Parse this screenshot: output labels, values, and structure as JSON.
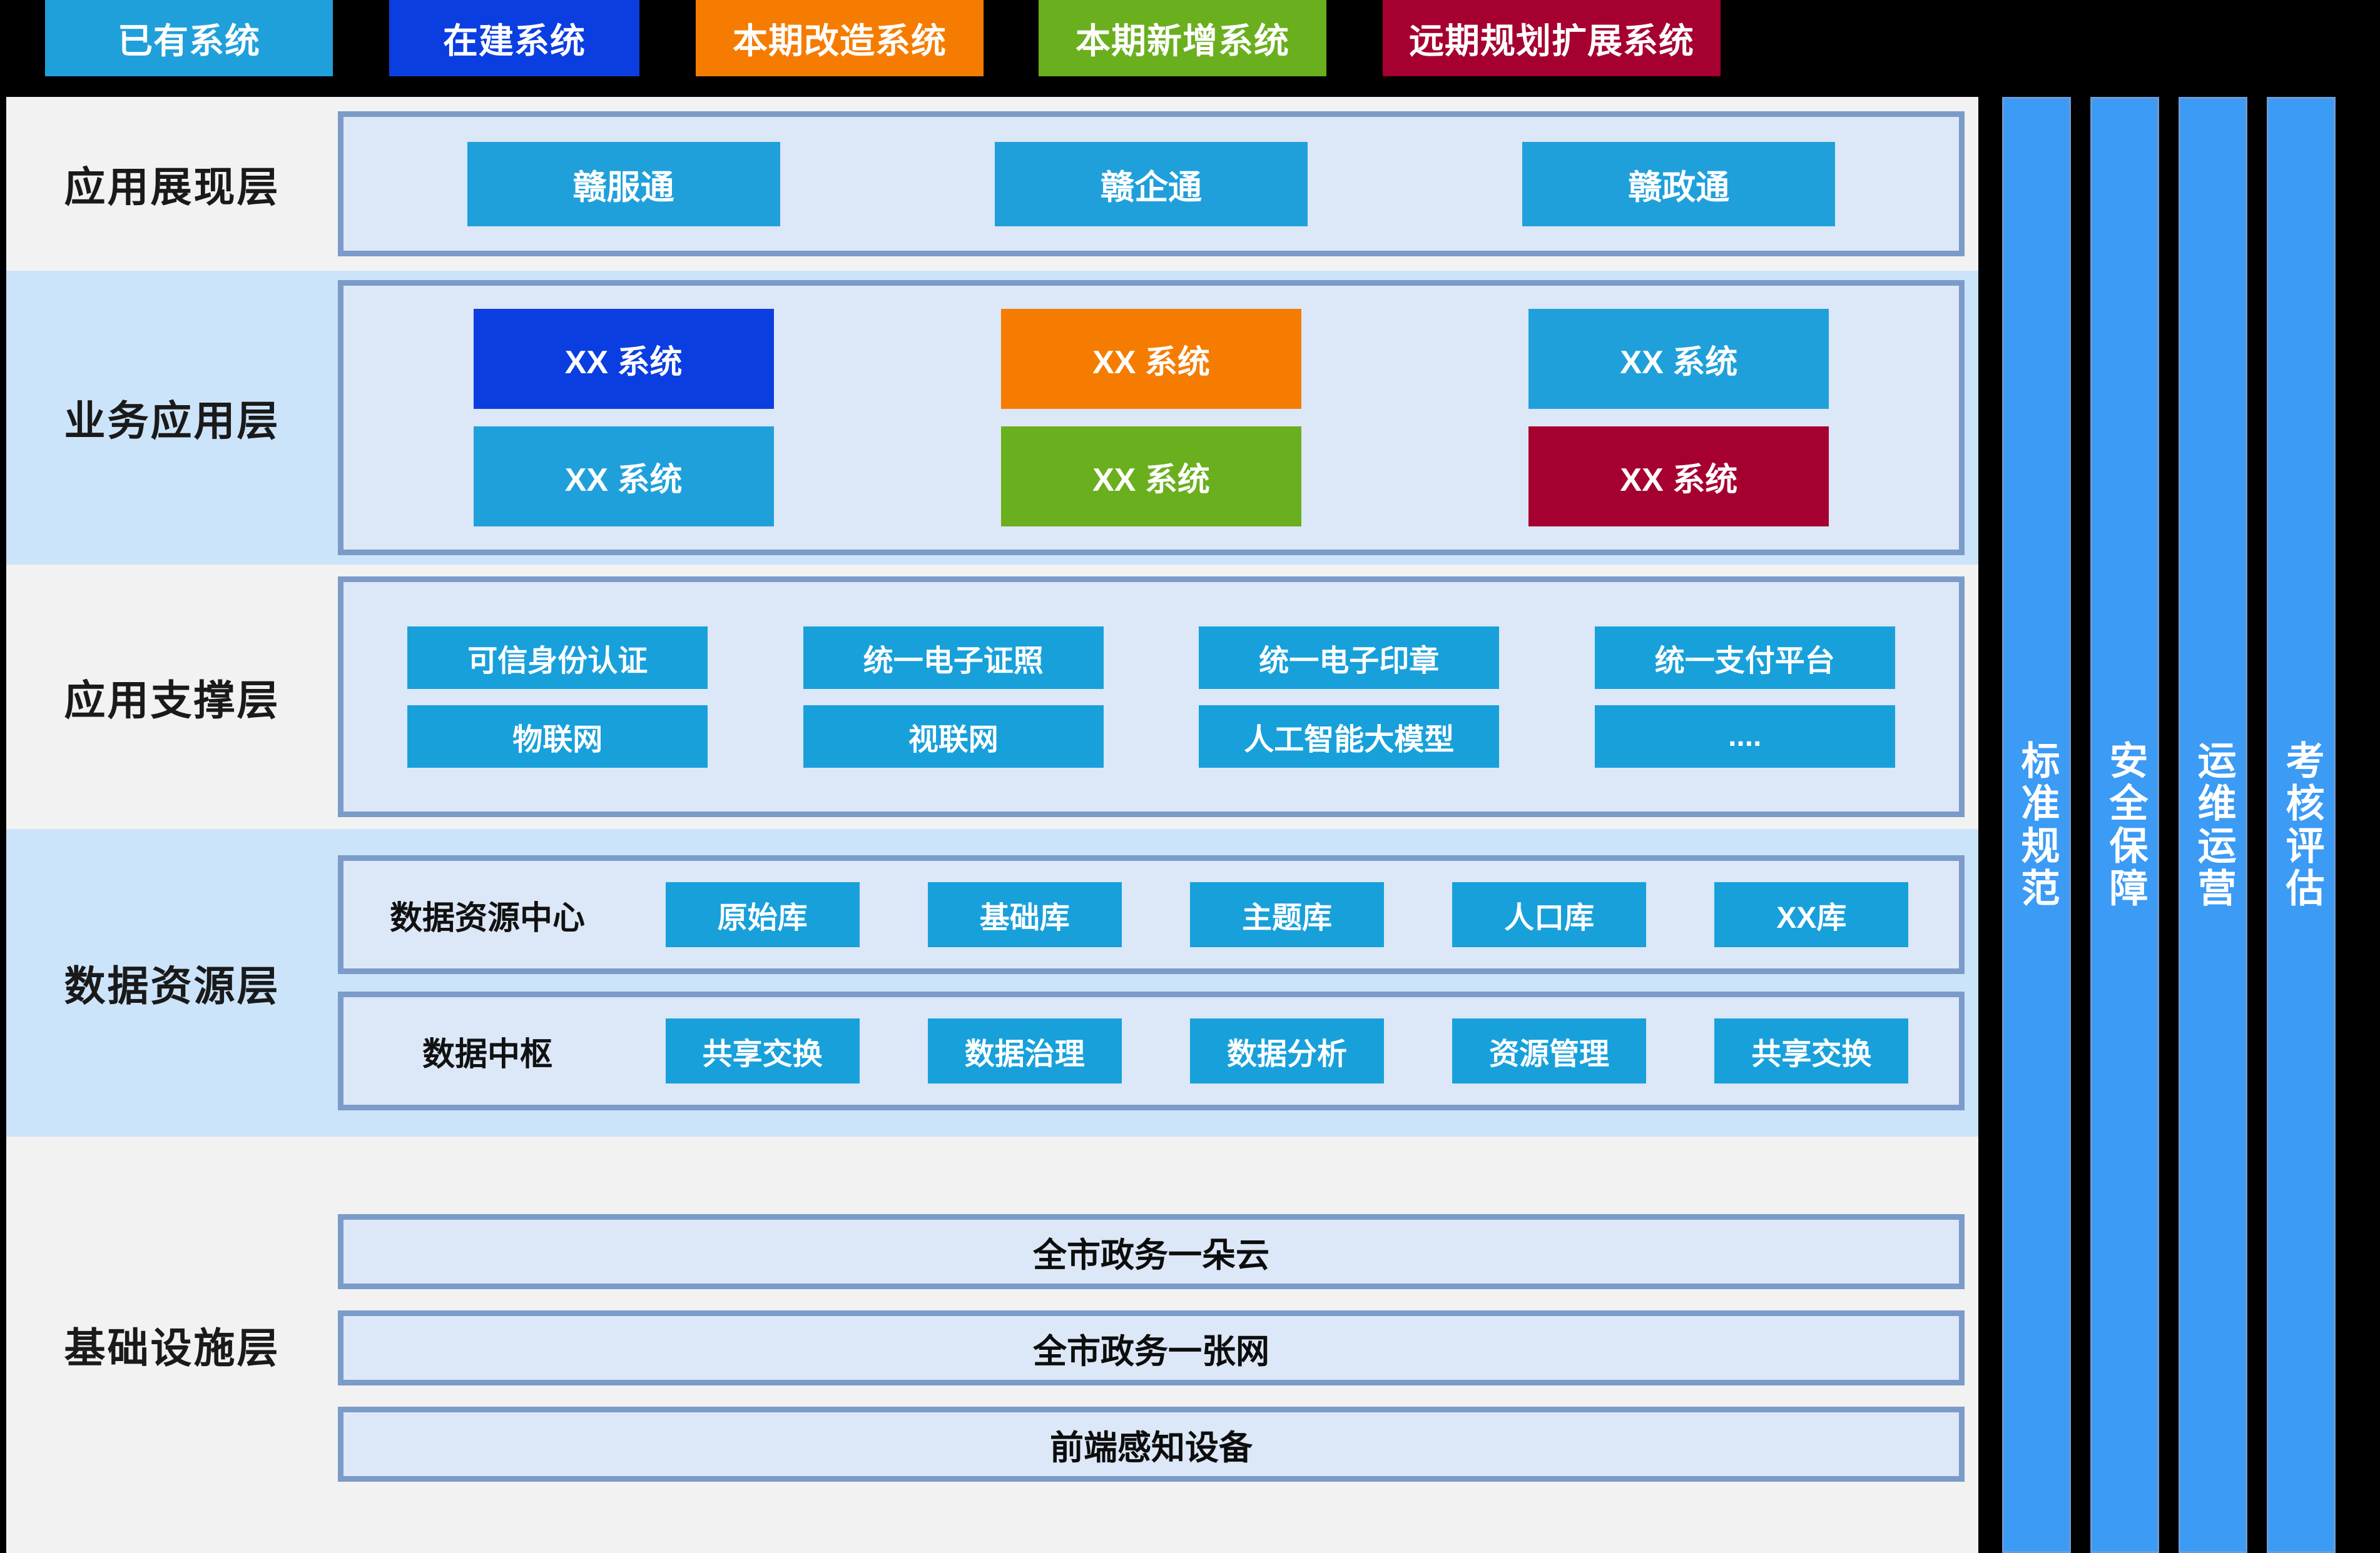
{
  "legend": {
    "items": [
      {
        "label": "已有系统",
        "color": "#20A0DB"
      },
      {
        "label": "在建系统",
        "color": "#0B3EE0"
      },
      {
        "label": "本期改造系统",
        "color": "#F57C00"
      },
      {
        "label": "本期新增系统",
        "color": "#6AAF1E"
      },
      {
        "label": "远期规划扩展系统",
        "color": "#A50030"
      }
    ]
  },
  "palette": {
    "existing": "#20A0DB",
    "building": "#0B3EE0",
    "refit": "#F57C00",
    "new": "#6AAF1E",
    "future": "#A50030",
    "panel_fill": "#DCE7F7",
    "panel_border": "#7B9BC9",
    "row_gray": "#F2F2F2",
    "row_blue": "#CCE4FA",
    "pillar": "#3B9BF5",
    "page_bg": "#000000"
  },
  "layers": [
    {
      "label": "应用展现层",
      "tiles": [
        {
          "label": "赣服通",
          "color": "#20A0DB"
        },
        {
          "label": "赣企通",
          "color": "#20A0DB"
        },
        {
          "label": "赣政通",
          "color": "#20A0DB"
        }
      ]
    },
    {
      "label": "业务应用层",
      "rows": [
        [
          {
            "label": "XX 系统",
            "color": "#0B3EE0"
          },
          {
            "label": "XX 系统",
            "color": "#F57C00"
          },
          {
            "label": "XX 系统",
            "color": "#20A0DB"
          }
        ],
        [
          {
            "label": "XX 系统",
            "color": "#20A0DB"
          },
          {
            "label": "XX 系统",
            "color": "#6AAF1E"
          },
          {
            "label": "XX 系统",
            "color": "#A50030"
          }
        ]
      ]
    },
    {
      "label": "应用支撑层",
      "rows": [
        [
          {
            "label": "可信身份认证"
          },
          {
            "label": "统一电子证照"
          },
          {
            "label": "统一电子印章"
          },
          {
            "label": "统一支付平台"
          }
        ],
        [
          {
            "label": "物联网"
          },
          {
            "label": "视联网"
          },
          {
            "label": "人工智能大模型"
          },
          {
            "label": "...."
          }
        ]
      ]
    },
    {
      "label": "数据资源层",
      "groups": [
        {
          "name": "数据资源中心",
          "tiles": [
            {
              "label": "原始库"
            },
            {
              "label": "基础库"
            },
            {
              "label": "主题库"
            },
            {
              "label": "人口库"
            },
            {
              "label": "XX库"
            }
          ]
        },
        {
          "name": "数据中枢",
          "tiles": [
            {
              "label": "共享交换"
            },
            {
              "label": "数据治理"
            },
            {
              "label": "数据分析"
            },
            {
              "label": "资源管理"
            },
            {
              "label": "共享交换"
            }
          ]
        }
      ]
    },
    {
      "label": "基础设施层",
      "bars": [
        {
          "label": "全市政务一朵云"
        },
        {
          "label": "全市政务一张网"
        },
        {
          "label": "前端感知设备"
        }
      ]
    }
  ],
  "pillars": [
    {
      "label": "标准规范"
    },
    {
      "label": "安全保障"
    },
    {
      "label": "运维运营"
    },
    {
      "label": "考核评估"
    }
  ]
}
